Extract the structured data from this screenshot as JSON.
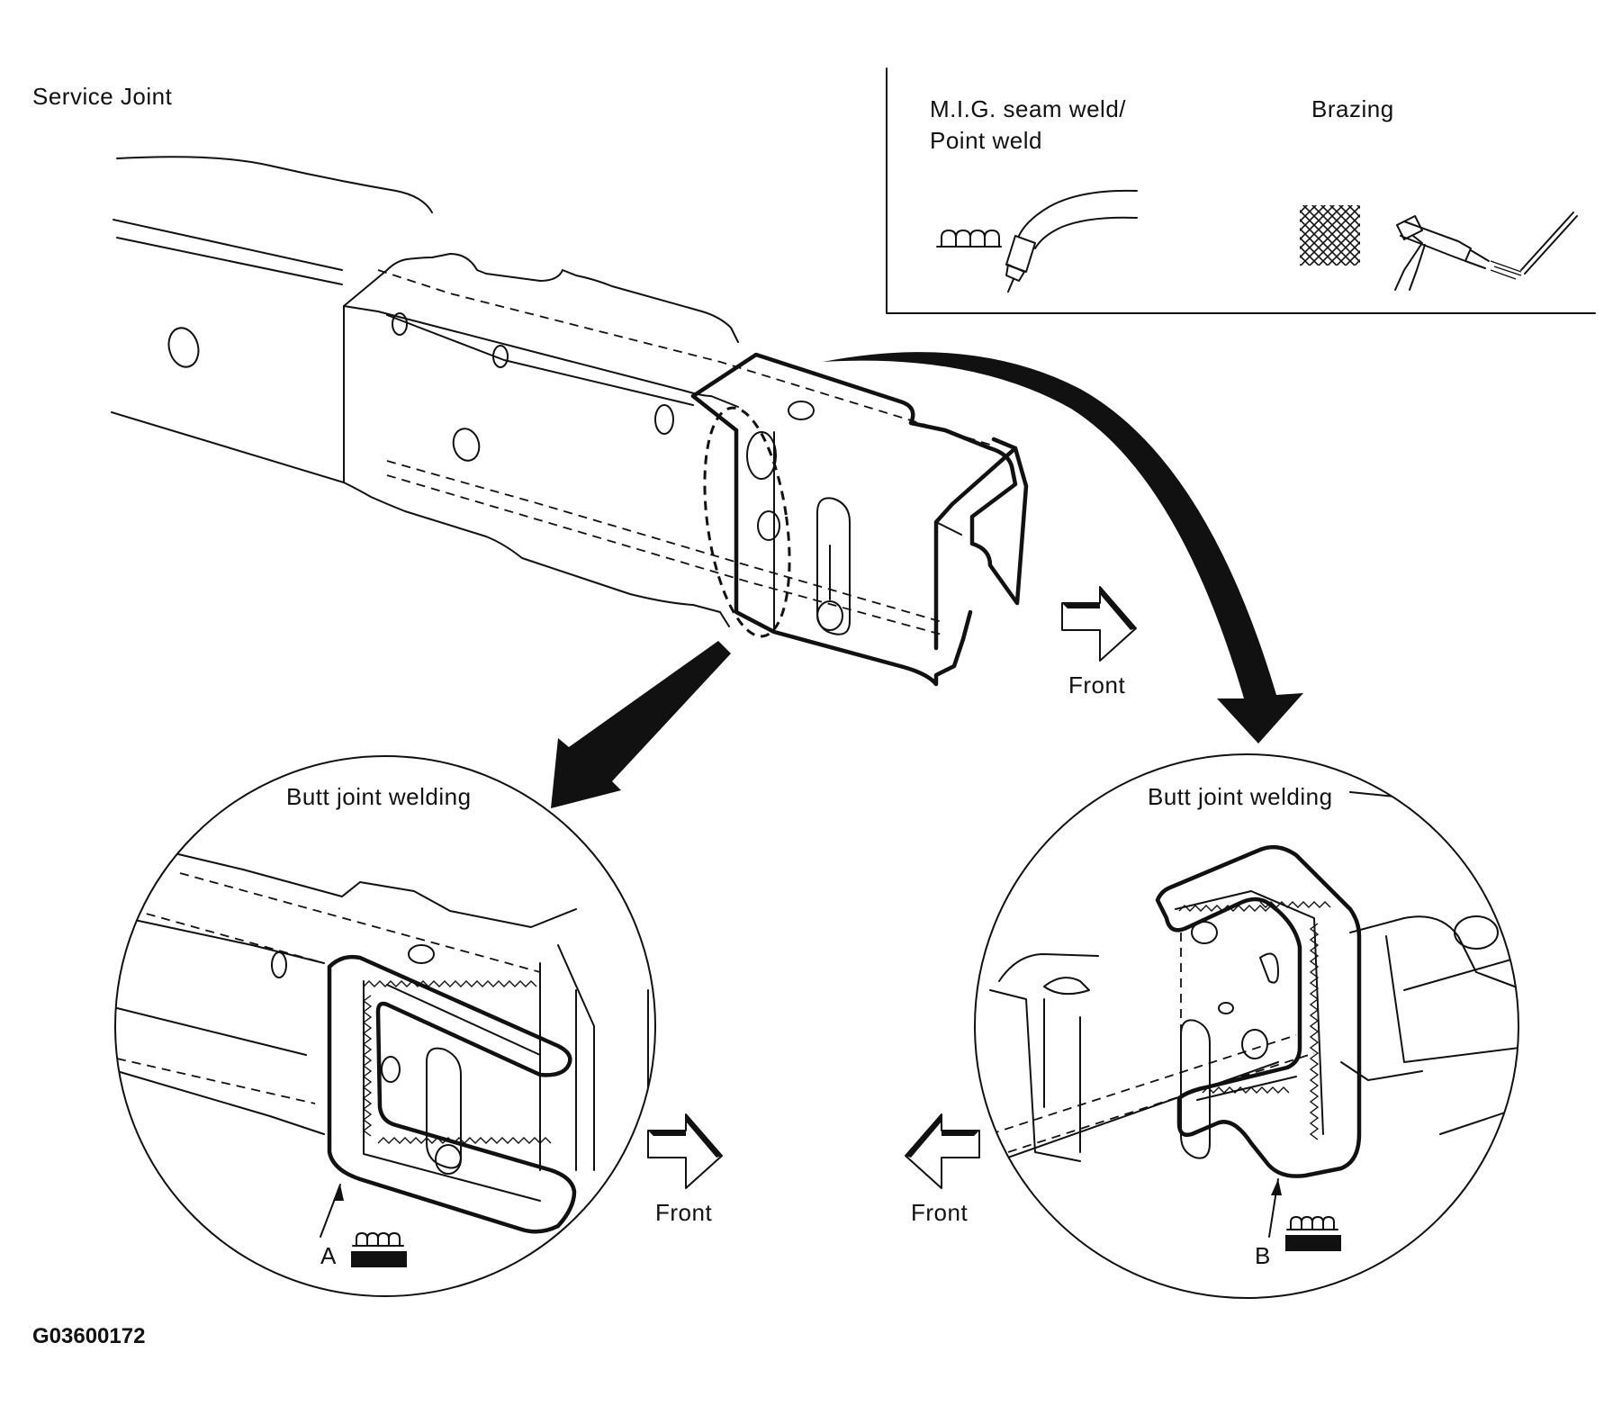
{
  "title": "Service Joint",
  "legend": {
    "mig_label_line1": "M.I.G. seam weld/",
    "mig_label_line2": "Point weld",
    "brazing_label": "Brazing"
  },
  "detail_left": {
    "title": "Butt joint welding",
    "callout": "A",
    "front_label": "Front"
  },
  "detail_right": {
    "title": "Butt joint welding",
    "callout": "B",
    "front_label": "Front"
  },
  "main_front_label": "Front",
  "figure_id": "G03600172"
}
